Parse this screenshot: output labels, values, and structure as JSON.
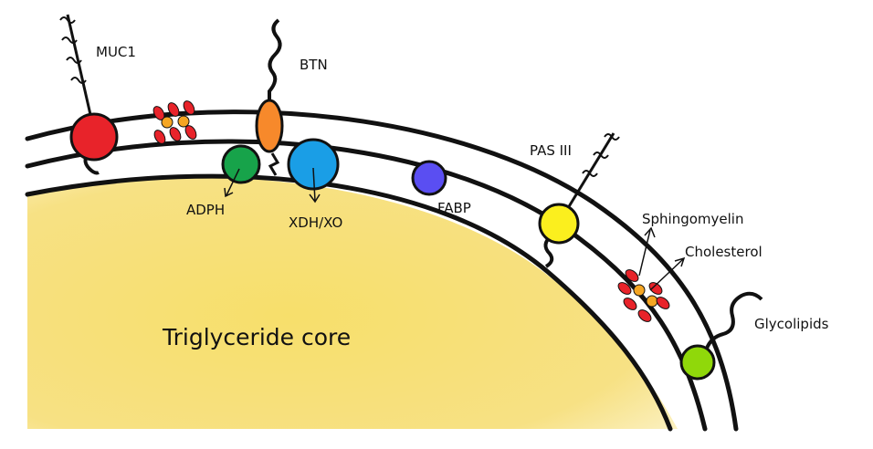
{
  "labels": {
    "muc1": "MUC1",
    "btn": "BTN",
    "adph": "ADPH",
    "xdh": "XDH/XO",
    "fabp": "FABP",
    "pas3": "PAS III",
    "sphingomyelin": "Sphingomyelin",
    "cholesterol": "Cholesterol",
    "glycolipids": "Glycolipids",
    "core": "Triglyceride core"
  },
  "colors": {
    "core": "#f7df6b",
    "muc1": "#e8232a",
    "btn": "#f7892b",
    "adph": "#17a34a",
    "xdh": "#1a9ee6",
    "fabp": "#5a4ef2",
    "pas3": "#fbef1e",
    "glycolipids": "#90d80a",
    "lipid_red": "#e8232a",
    "lipid_orange": "#f5a623"
  }
}
